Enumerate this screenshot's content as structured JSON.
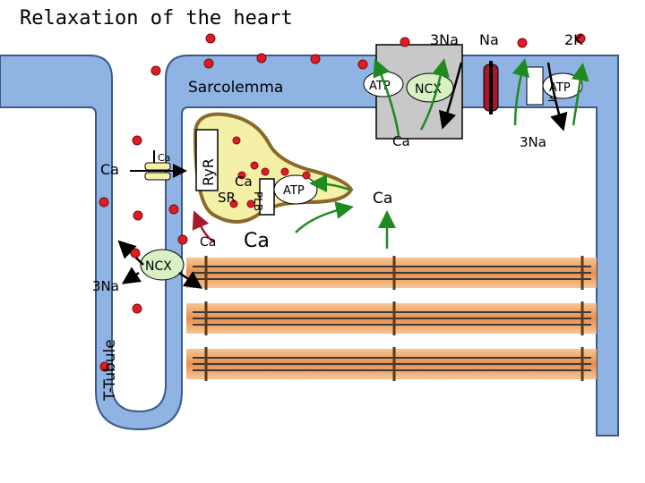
{
  "title": "Relaxation of the heart",
  "labels": {
    "sarcolemma": "Sarcolemma",
    "t_tubule": "T-Tubule",
    "sr": "SR",
    "ryr": "RyR",
    "plb": "PLB",
    "plm": "PLM",
    "ncx_top": "NCX",
    "ncx_bottom": "NCX",
    "atp_pump": "ATP",
    "atp_serca": "ATP",
    "atp_nak": "ATP",
    "na_in_3": "3Na",
    "na_out": "Na",
    "k_2": "2K",
    "na_3_right": "3Na",
    "na_3_left": "3Na",
    "ca_channel": "Ca",
    "ca_channel_small": "Ca",
    "ca_sr_inside": "Ca",
    "ca_release": "Ca",
    "ca_cytosol": "Ca",
    "ca_pump_out": "Ca",
    "ca_ncx_top": "Ca"
  },
  "colors": {
    "membrane_fill": "#8fb4e3",
    "membrane_stroke": "#3b5a86",
    "ion_red": "#e01b24",
    "arrow_green": "#1f8a1f",
    "arrow_darkred": "#a8182b",
    "sr_fill": "#f5f0a8",
    "sr_stroke": "#8a6a2a",
    "ncx_fill": "#d8f0c4",
    "atp_fill": "#ffffff",
    "myofibril_orange": "#f0a25a",
    "myofibril_dark": "#3a3a3a",
    "box_gray": "#c8c8c8"
  }
}
